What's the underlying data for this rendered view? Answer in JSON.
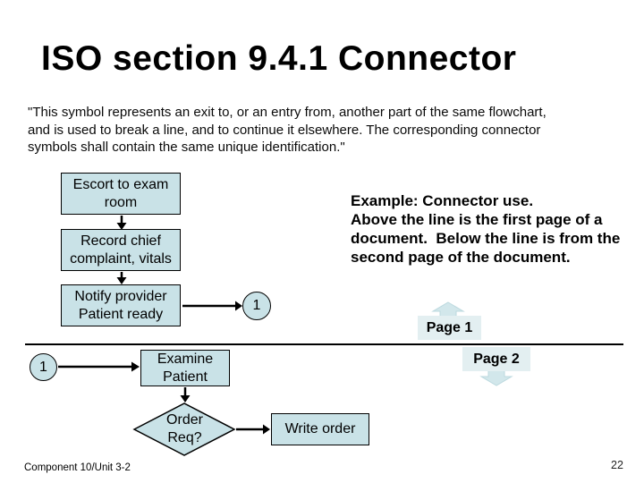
{
  "slide": {
    "title": "ISO section 9.4.1 Connector",
    "quote_lines": [
      "\"This symbol represents an exit to, or an entry from, another part of the same flowchart,",
      "and is used to break a line, and to continue it elsewhere. The corresponding connector",
      "symbols shall contain the same unique identification.\""
    ],
    "footer": "Component 10/Unit 3-2",
    "page_number": "22"
  },
  "flowchart": {
    "steps": {
      "escort": "Escort to exam room",
      "record": "Record chief complaint, vitals",
      "notify": "Notify provider Patient ready",
      "examine": "Examine Patient",
      "decision": "Order Req?",
      "write": "Write order"
    },
    "connector_top_label": "1",
    "connector_bottom_label": "1"
  },
  "example": {
    "lines": [
      "Example: Connector use.",
      "Above the line is the first page of a",
      "document.  Below the line is from the",
      "second page of the document."
    ],
    "page1_label": "Page 1",
    "page2_label": "Page 2"
  },
  "colors": {
    "shape_fill": "#c9e2e7",
    "shape_border": "#000000",
    "page_label_fill": "#e3eff1",
    "block_arrow_fill": "#d2e7eb",
    "divider": "#000000",
    "text": "#000000"
  }
}
